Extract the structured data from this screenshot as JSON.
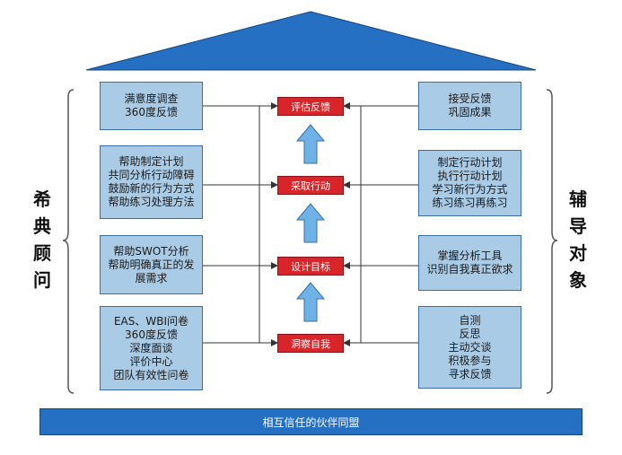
{
  "left_side_label": [
    "希",
    "典",
    "顾",
    "问"
  ],
  "right_side_label": [
    "辅",
    "导",
    "对",
    "象"
  ],
  "center_steps": [
    "评估反馈",
    "采取行动",
    "设计目标",
    "洞察自我"
  ],
  "left_boxes": [
    [
      "满意度调查",
      "360度反馈"
    ],
    [
      "帮助制定计划",
      "共同分析行动障碍",
      "鼓励新的行为方式",
      "帮助练习处理方法"
    ],
    [
      "帮助SWOT分析",
      "帮助明确真正的发",
      "展需求"
    ],
    [
      "EAS、WBI问卷",
      "360度反馈",
      "深度面谈",
      "评价中心",
      "团队有效性问卷"
    ]
  ],
  "right_boxes": [
    [
      "接受反馈",
      "巩固成果"
    ],
    [
      "制定行动计划",
      "执行行动计划",
      "学习新行为方式",
      "练习练习再练习"
    ],
    [
      "掌握分析工具",
      "识别自我真正欲求"
    ],
    [
      "自测",
      "反思",
      "主动交谈",
      "积极参与",
      "寻求反馈"
    ]
  ],
  "foundation_label": "相互信任的伙伴同盟",
  "colors": {
    "box_fill": "#a9cbe6",
    "box_border": "#3a6fa6",
    "step_fill": "#d9252a",
    "roof_fill": "#2670c4",
    "arrow_fill": "#6fb3e6"
  }
}
